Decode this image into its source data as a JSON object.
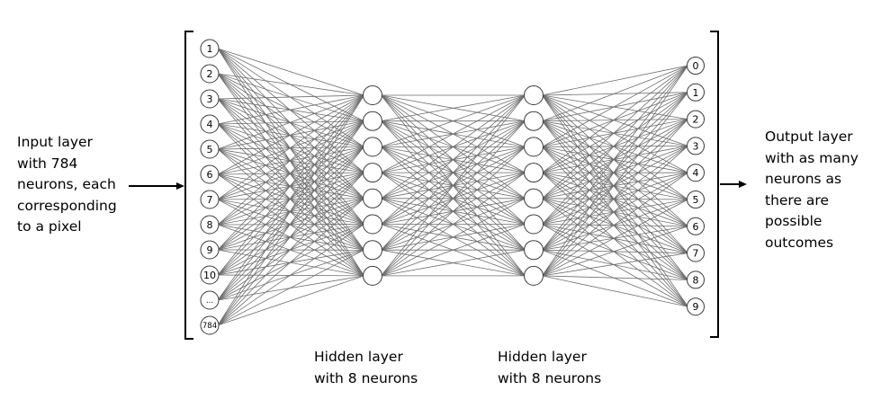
{
  "diagram": {
    "input_layer": {
      "caption_lines": [
        "Input layer",
        "with 784",
        "neurons, each",
        "corresponding",
        "to a pixel"
      ],
      "node_labels": [
        "1",
        "2",
        "3",
        "4",
        "5",
        "6",
        "7",
        "8",
        "9",
        "10",
        "...",
        "784"
      ]
    },
    "hidden_layers": [
      {
        "caption_lines": [
          "Hidden layer",
          "with 8 neurons"
        ],
        "node_count": 8
      },
      {
        "caption_lines": [
          "Hidden layer",
          "with 8 neurons"
        ],
        "node_count": 8
      }
    ],
    "output_layer": {
      "caption_lines": [
        "Output layer",
        "with as many",
        "neurons as",
        "there are",
        "possible",
        "outcomes"
      ],
      "node_labels": [
        "0",
        "1",
        "2",
        "3",
        "4",
        "5",
        "6",
        "7",
        "8",
        "9"
      ]
    },
    "connectivity": "fully-connected",
    "colors": {
      "edge": "#6e6e6e",
      "node_stroke": "#3a3a3a",
      "node_fill": "#ffffff",
      "text": "#000000"
    }
  }
}
